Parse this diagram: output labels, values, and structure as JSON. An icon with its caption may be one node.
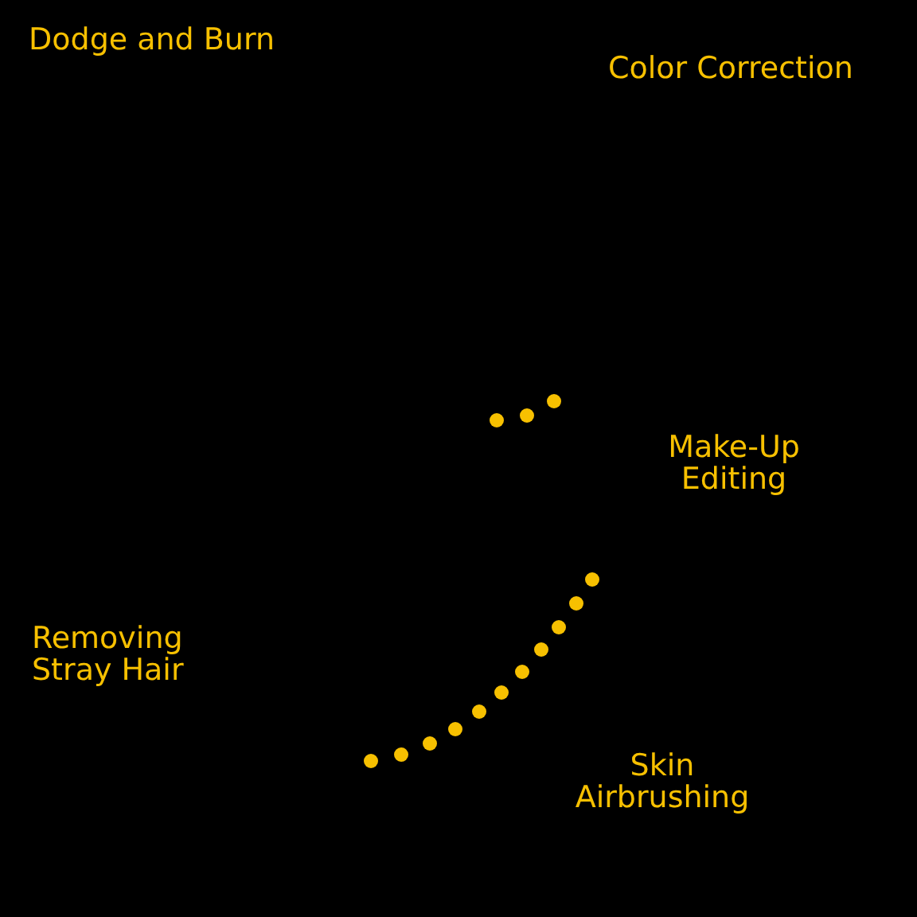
{
  "diagram": {
    "labels": [
      "Dodge and Burn",
      "Color Correction",
      "Make-Up Editing",
      "Removing Stray Hair",
      "Skin Airbrushing"
    ]
  }
}
